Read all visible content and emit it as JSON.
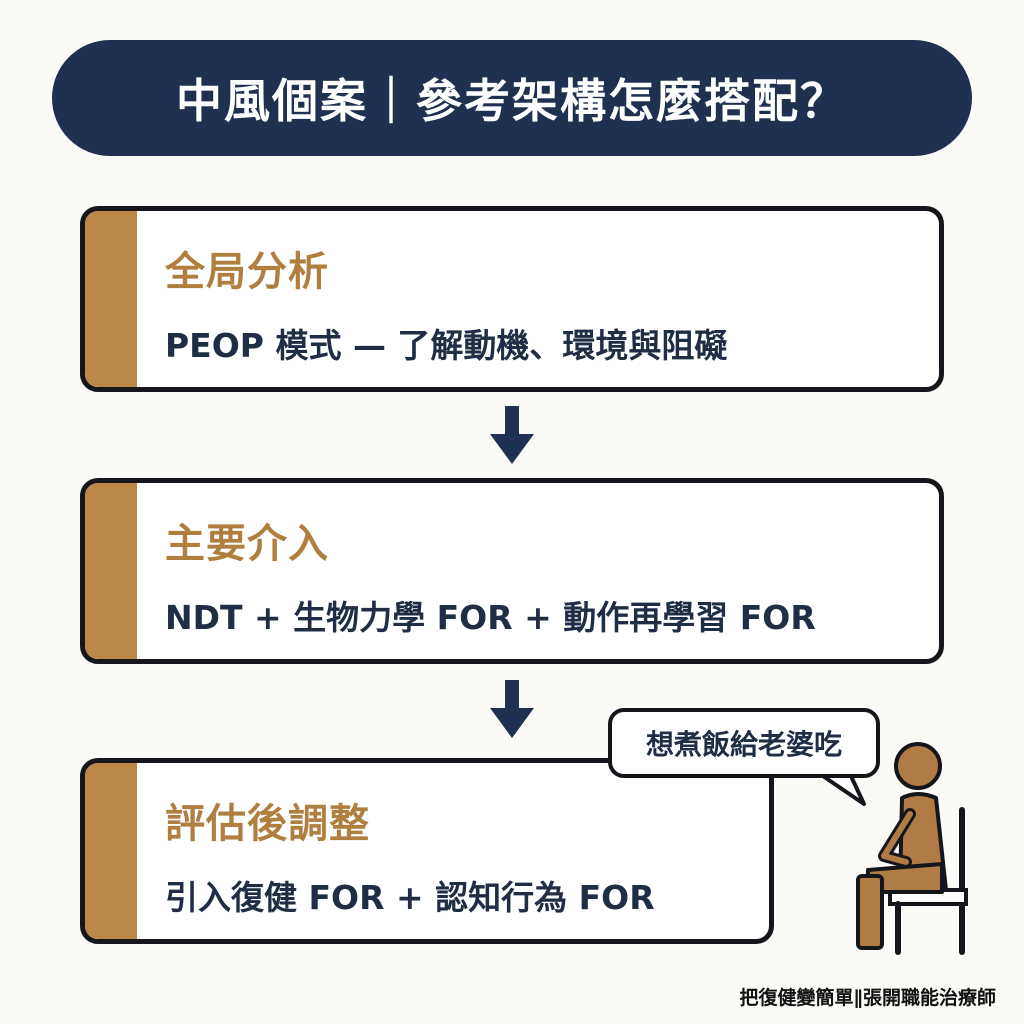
{
  "title": "中風個案｜參考架構怎麼搭配？",
  "steps": [
    {
      "heading": "全局分析",
      "body": "PEOP 模式 — 了解動機、環境與阻礙"
    },
    {
      "heading": "主要介入",
      "body": "NDT + 生物力學 FOR + 動作再學習 FOR"
    },
    {
      "heading": "評估後調整",
      "body": "引入復健 FOR + 認知行為 FOR"
    }
  ],
  "speech_bubble": "想煮飯給老婆吃",
  "footer": "把復健變簡單∥張開職能治療師",
  "colors": {
    "banner": "#1f3050",
    "accent": "#b98847",
    "heading": "#b07e3f",
    "text": "#1f2d45",
    "person": "#b07c45"
  },
  "icons": [
    "down-arrow-icon",
    "seated-person-icon"
  ]
}
